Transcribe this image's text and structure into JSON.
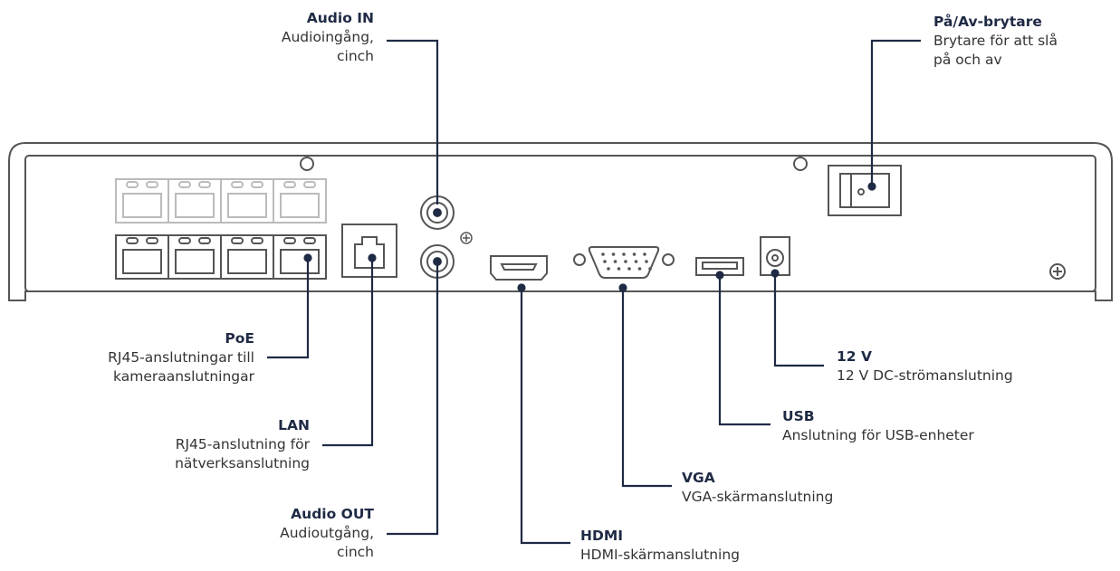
{
  "labels": {
    "audio_in": {
      "title": "Audio IN",
      "desc": [
        "Audioingång,",
        "cinch"
      ]
    },
    "power": {
      "title": "På/Av-brytare",
      "desc": [
        "Brytare för att slå",
        "på och av"
      ]
    },
    "poe": {
      "title": "PoE",
      "desc": [
        "RJ45-anslutningar till",
        "kameraanslutningar"
      ]
    },
    "lan": {
      "title": "LAN",
      "desc": [
        "RJ45-anslutning för",
        "nätverksanslutning"
      ]
    },
    "audio_out": {
      "title": "Audio OUT",
      "desc": [
        "Audioutgång,",
        "cinch"
      ]
    },
    "hdmi": {
      "title": "HDMI",
      "desc": [
        "HDMI-skärmanslutning"
      ]
    },
    "vga": {
      "title": "VGA",
      "desc": [
        "VGA-skärmanslutning"
      ]
    },
    "usb": {
      "title": "USB",
      "desc": [
        "Anslutning för USB-enheter"
      ]
    },
    "dc": {
      "title": "12 V",
      "desc": [
        "12 V DC-strömanslutning"
      ]
    }
  },
  "colors": {
    "device_stroke": "#555555",
    "dim_stroke": "#bbbbbb",
    "leader": "#1f2a44"
  }
}
